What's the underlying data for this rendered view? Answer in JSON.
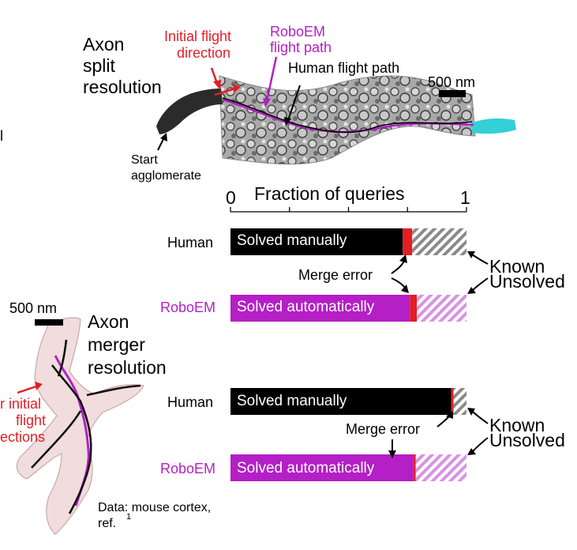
{
  "split_panel": {
    "title_lines": [
      "Axon",
      "split",
      "resolution"
    ],
    "initial_flight_lines": [
      "Initial flight",
      "direction"
    ],
    "roboem_path_lines": [
      "RoboEM",
      "flight path"
    ],
    "human_path": "Human flight path",
    "scale_bar": "500 nm",
    "start_lines": [
      "Start",
      "agglomerate"
    ],
    "cut_fragment": "l"
  },
  "merger_panel": {
    "title_lines": [
      "Axon",
      "merger",
      "resolution"
    ],
    "scale_bar": "500 nm",
    "flight_lines": [
      "r initial",
      "flight",
      "ections"
    ],
    "data_lines": [
      "Data: mouse cortex,",
      "ref."
    ],
    "ref_superscript": "1"
  },
  "axis": {
    "title": "Fraction of queries",
    "min_label": "0",
    "max_label": "1"
  },
  "annotations": {
    "merge_error": "Merge error",
    "known": "Known",
    "unsolved": "Unsolved"
  },
  "colors": {
    "human": "#000000",
    "roboem": "#b41fc6",
    "merge_error": "#e31e24",
    "unsolved_human": "#8a8a8a",
    "unsolved_roboem": "#d793e3"
  },
  "chart_data": [
    {
      "type": "bar",
      "stacked": true,
      "orientation": "horizontal",
      "title": "Fraction of queries",
      "xlim": [
        0,
        1
      ],
      "categories": [
        "Human",
        "RoboEM"
      ],
      "series": [
        {
          "name": "Solved manually / Solved automatically",
          "values": [
            0.73,
            0.76
          ]
        },
        {
          "name": "Merge error",
          "values": [
            0.04,
            0.03
          ]
        },
        {
          "name": "Known Unsolved",
          "values": [
            0.23,
            0.21
          ]
        }
      ],
      "bar_text": [
        "Solved manually",
        "Solved automatically"
      ]
    },
    {
      "type": "bar",
      "stacked": true,
      "orientation": "horizontal",
      "xlim": [
        0,
        1
      ],
      "categories": [
        "Human",
        "RoboEM"
      ],
      "series": [
        {
          "name": "Solved manually / Solved automatically",
          "values": [
            0.935,
            0.775
          ]
        },
        {
          "name": "Merge error",
          "values": [
            0.01,
            0.01
          ]
        },
        {
          "name": "Known Unsolved",
          "values": [
            0.055,
            0.215
          ]
        }
      ],
      "bar_text": [
        "Solved manually",
        "Solved automatically"
      ]
    }
  ]
}
